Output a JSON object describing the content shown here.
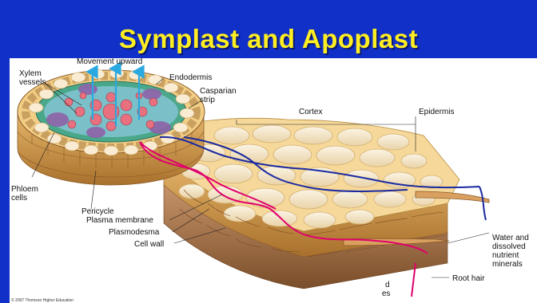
{
  "title": "Symplast and Apoplast",
  "labels": {
    "movement_upward": "Movement upward",
    "xylem_vessels": "Xylem\nvessels",
    "endodermis": "Endodermis",
    "casparian_strip": "Casparian\nstrip",
    "cortex": "Cortex",
    "epidermis": "Epidermis",
    "phloem_cells": "Phloem\ncells",
    "pericycle": "Pericycle",
    "plasma_membrane": "Plasma membrane",
    "plasmodesma": "Plasmodesma",
    "cell_wall": "Cell wall",
    "water_and_minerals": "Water and\ndissolved\nnutrient\nminerals",
    "root_hair": "Root hair",
    "cut_label": "d\nes",
    "copyright": "© 2007 Thomson Higher Education"
  },
  "colors": {
    "background_bar": "#1030c8",
    "title_text": "#ffee22",
    "symplast_path": "#e0006c",
    "apoplast_path": "#1a2aa0",
    "arrow_upward": "#2aa8e0"
  }
}
